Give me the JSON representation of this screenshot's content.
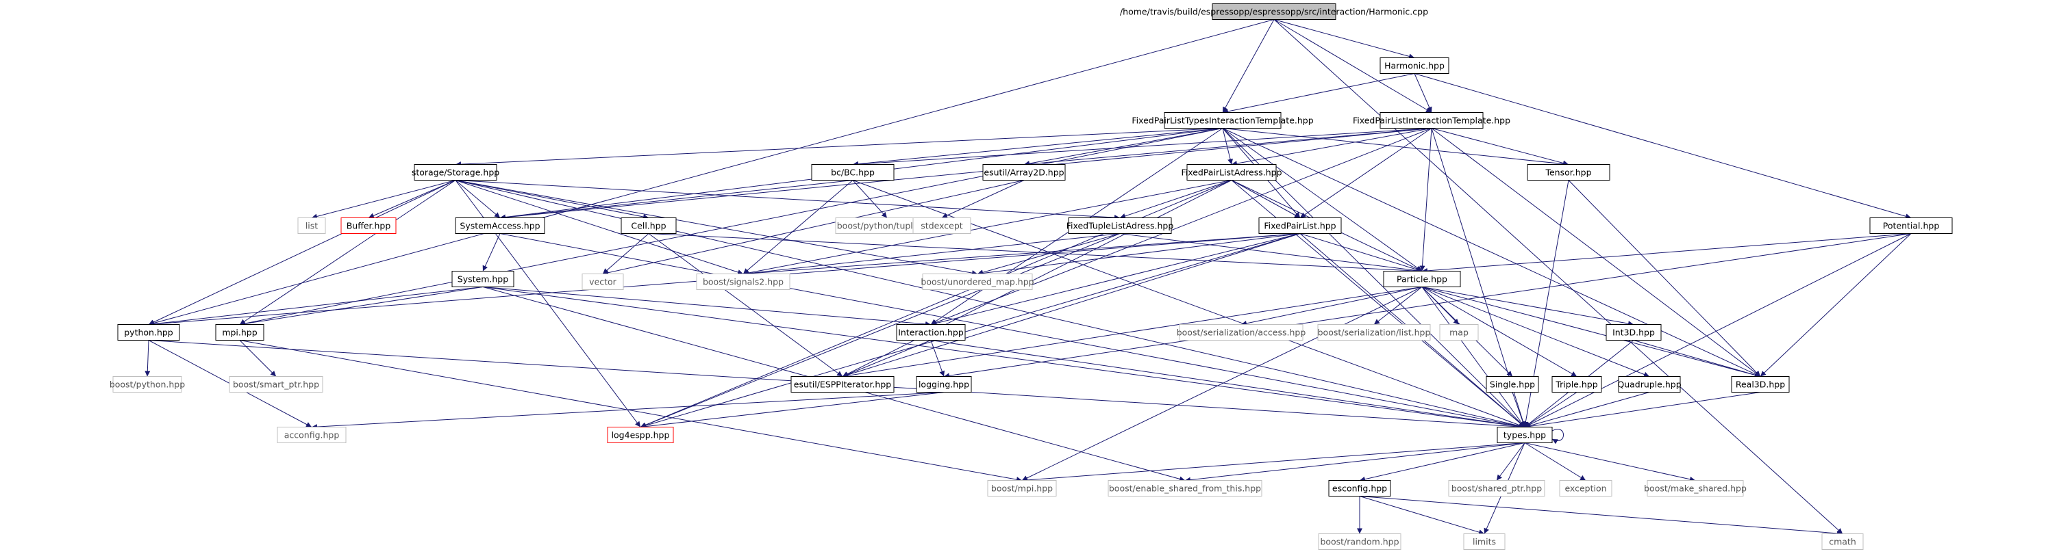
{
  "colors": {
    "background": "#ffffff",
    "edge": "#191970",
    "root_fill": "#bfbfbf",
    "node_fill": "#ffffff",
    "node_border": "#000000",
    "external_border": "#bfbfbf",
    "external_text": "#555555",
    "missing_border": "#ff0000",
    "text": "#000000"
  },
  "nodes": [
    {
      "id": "root",
      "label": "/home/travis/build/espressopp/espressopp/src/interaction/Harmonic.cpp",
      "kind": "root"
    },
    {
      "id": "harmonic",
      "label": "Harmonic.hpp",
      "kind": "internal"
    },
    {
      "id": "fpltit",
      "label": "FixedPairListTypesInteractionTemplate.hpp",
      "kind": "internal"
    },
    {
      "id": "fplit",
      "label": "FixedPairListInteractionTemplate.hpp",
      "kind": "internal"
    },
    {
      "id": "storage",
      "label": "storage/Storage.hpp",
      "kind": "internal"
    },
    {
      "id": "bc",
      "label": "bc/BC.hpp",
      "kind": "internal"
    },
    {
      "id": "array2d",
      "label": "esutil/Array2D.hpp",
      "kind": "internal"
    },
    {
      "id": "fpladress",
      "label": "FixedPairListAdress.hpp",
      "kind": "internal"
    },
    {
      "id": "tensor",
      "label": "Tensor.hpp",
      "kind": "internal"
    },
    {
      "id": "potential",
      "label": "Potential.hpp",
      "kind": "internal"
    },
    {
      "id": "list",
      "label": "list",
      "kind": "external"
    },
    {
      "id": "buffer",
      "label": "Buffer.hpp",
      "kind": "missing"
    },
    {
      "id": "sysaccess",
      "label": "SystemAccess.hpp",
      "kind": "internal"
    },
    {
      "id": "cell",
      "label": "Cell.hpp",
      "kind": "internal"
    },
    {
      "id": "bptuple",
      "label": "boost/python/tuple.hpp",
      "kind": "external"
    },
    {
      "id": "stdexcept",
      "label": "stdexcept",
      "kind": "external"
    },
    {
      "id": "ftladress",
      "label": "FixedTupleListAdress.hpp",
      "kind": "internal"
    },
    {
      "id": "fpl",
      "label": "FixedPairList.hpp",
      "kind": "internal"
    },
    {
      "id": "vector",
      "label": "vector",
      "kind": "external"
    },
    {
      "id": "signals2",
      "label": "boost/signals2.hpp",
      "kind": "external"
    },
    {
      "id": "unordered",
      "label": "boost/unordered_map.hpp",
      "kind": "external"
    },
    {
      "id": "particle",
      "label": "Particle.hpp",
      "kind": "internal"
    },
    {
      "id": "system",
      "label": "System.hpp",
      "kind": "internal"
    },
    {
      "id": "python",
      "label": "python.hpp",
      "kind": "internal"
    },
    {
      "id": "mpi",
      "label": "mpi.hpp",
      "kind": "internal"
    },
    {
      "id": "interaction",
      "label": "Interaction.hpp",
      "kind": "internal"
    },
    {
      "id": "bsa",
      "label": "boost/serialization/access.hpp",
      "kind": "external"
    },
    {
      "id": "bsl",
      "label": "boost/serialization/list.hpp",
      "kind": "external"
    },
    {
      "id": "map",
      "label": "map",
      "kind": "external"
    },
    {
      "id": "int3d",
      "label": "Int3D.hpp",
      "kind": "internal"
    },
    {
      "id": "bpython",
      "label": "boost/python.hpp",
      "kind": "external"
    },
    {
      "id": "bsmart",
      "label": "boost/smart_ptr.hpp",
      "kind": "external"
    },
    {
      "id": "esppiter",
      "label": "esutil/ESPPIterator.hpp",
      "kind": "internal"
    },
    {
      "id": "logging",
      "label": "logging.hpp",
      "kind": "internal"
    },
    {
      "id": "single",
      "label": "Single.hpp",
      "kind": "internal"
    },
    {
      "id": "triple",
      "label": "Triple.hpp",
      "kind": "internal"
    },
    {
      "id": "quadruple",
      "label": "Quadruple.hpp",
      "kind": "internal"
    },
    {
      "id": "real3d",
      "label": "Real3D.hpp",
      "kind": "internal"
    },
    {
      "id": "acconfig",
      "label": "acconfig.hpp",
      "kind": "external"
    },
    {
      "id": "log4espp",
      "label": "log4espp.hpp",
      "kind": "missing"
    },
    {
      "id": "types",
      "label": "types.hpp",
      "kind": "internal"
    },
    {
      "id": "bmpi",
      "label": "boost/mpi.hpp",
      "kind": "external"
    },
    {
      "id": "besft",
      "label": "boost/enable_shared_from_this.hpp",
      "kind": "external"
    },
    {
      "id": "esconfig",
      "label": "esconfig.hpp",
      "kind": "internal"
    },
    {
      "id": "bshared",
      "label": "boost/shared_ptr.hpp",
      "kind": "external"
    },
    {
      "id": "exception",
      "label": "exception",
      "kind": "external"
    },
    {
      "id": "bmakeshared",
      "label": "boost/make_shared.hpp",
      "kind": "external"
    },
    {
      "id": "brandom",
      "label": "boost/random.hpp",
      "kind": "external"
    },
    {
      "id": "limits",
      "label": "limits",
      "kind": "external"
    },
    {
      "id": "cmath",
      "label": "cmath",
      "kind": "external"
    }
  ],
  "edges": [
    [
      "root",
      "harmonic"
    ],
    [
      "root",
      "fpltit"
    ],
    [
      "root",
      "fplit"
    ],
    [
      "root",
      "python"
    ],
    [
      "root",
      "cmath"
    ],
    [
      "harmonic",
      "fpltit"
    ],
    [
      "harmonic",
      "fplit"
    ],
    [
      "harmonic",
      "potential"
    ],
    [
      "fpltit",
      "storage"
    ],
    [
      "fpltit",
      "bc"
    ],
    [
      "fpltit",
      "array2d"
    ],
    [
      "fpltit",
      "fpladress"
    ],
    [
      "fpltit",
      "tensor"
    ],
    [
      "fpltit",
      "sysaccess"
    ],
    [
      "fpltit",
      "mpi"
    ],
    [
      "fpltit",
      "fpl"
    ],
    [
      "fpltit",
      "particle"
    ],
    [
      "fpltit",
      "interaction"
    ],
    [
      "fpltit",
      "real3d"
    ],
    [
      "fpltit",
      "types"
    ],
    [
      "fplit",
      "bc"
    ],
    [
      "fplit",
      "array2d"
    ],
    [
      "fplit",
      "fpladress"
    ],
    [
      "fplit",
      "tensor"
    ],
    [
      "fplit",
      "sysaccess"
    ],
    [
      "fplit",
      "fpl"
    ],
    [
      "fplit",
      "particle"
    ],
    [
      "fplit",
      "interaction"
    ],
    [
      "fplit",
      "real3d"
    ],
    [
      "fplit",
      "types"
    ],
    [
      "storage",
      "list"
    ],
    [
      "storage",
      "buffer"
    ],
    [
      "storage",
      "sysaccess"
    ],
    [
      "storage",
      "cell"
    ],
    [
      "storage",
      "signals2"
    ],
    [
      "storage",
      "unordered"
    ],
    [
      "storage",
      "python"
    ],
    [
      "storage",
      "mpi"
    ],
    [
      "storage",
      "log4espp"
    ],
    [
      "storage",
      "types"
    ],
    [
      "storage",
      "ftladress"
    ],
    [
      "bc",
      "sysaccess"
    ],
    [
      "bc",
      "bptuple"
    ],
    [
      "bc",
      "signals2"
    ],
    [
      "bc",
      "types"
    ],
    [
      "array2d",
      "vector"
    ],
    [
      "array2d",
      "stdexcept"
    ],
    [
      "fpladress",
      "ftladress"
    ],
    [
      "fpladress",
      "fpl"
    ],
    [
      "fpladress",
      "signals2"
    ],
    [
      "fpladress",
      "log4espp"
    ],
    [
      "fpladress",
      "particle"
    ],
    [
      "fpladress",
      "types"
    ],
    [
      "fpladress",
      "esppiter"
    ],
    [
      "tensor",
      "real3d"
    ],
    [
      "tensor",
      "types"
    ],
    [
      "potential",
      "particle"
    ],
    [
      "potential",
      "real3d"
    ],
    [
      "potential",
      "types"
    ],
    [
      "potential",
      "logging"
    ],
    [
      "sysaccess",
      "system"
    ],
    [
      "sysaccess",
      "types"
    ],
    [
      "cell",
      "vector"
    ],
    [
      "cell",
      "particle"
    ],
    [
      "cell",
      "esppiter"
    ],
    [
      "ftladress",
      "signals2"
    ],
    [
      "ftladress",
      "unordered"
    ],
    [
      "ftladress",
      "particle"
    ],
    [
      "ftladress",
      "log4espp"
    ],
    [
      "fpl",
      "signals2"
    ],
    [
      "fpl",
      "unordered"
    ],
    [
      "fpl",
      "particle"
    ],
    [
      "fpl",
      "python"
    ],
    [
      "fpl",
      "log4espp"
    ],
    [
      "fpl",
      "esppiter"
    ],
    [
      "fpl",
      "types"
    ],
    [
      "fpl",
      "interaction"
    ],
    [
      "particle",
      "bsa"
    ],
    [
      "particle",
      "bsl"
    ],
    [
      "particle",
      "map"
    ],
    [
      "particle",
      "int3d"
    ],
    [
      "particle",
      "single"
    ],
    [
      "particle",
      "triple"
    ],
    [
      "particle",
      "quadruple"
    ],
    [
      "particle",
      "real3d"
    ],
    [
      "particle",
      "types"
    ],
    [
      "particle",
      "bmpi"
    ],
    [
      "particle",
      "esppiter"
    ],
    [
      "system",
      "python"
    ],
    [
      "system",
      "mpi"
    ],
    [
      "system",
      "interaction"
    ],
    [
      "system",
      "types"
    ],
    [
      "system",
      "besft"
    ],
    [
      "python",
      "bpython"
    ],
    [
      "python",
      "acconfig"
    ],
    [
      "python",
      "types"
    ],
    [
      "mpi",
      "bsmart"
    ],
    [
      "mpi",
      "bmpi"
    ],
    [
      "interaction",
      "esppiter"
    ],
    [
      "interaction",
      "logging"
    ],
    [
      "interaction",
      "types"
    ],
    [
      "int3d",
      "real3d"
    ],
    [
      "int3d",
      "types"
    ],
    [
      "logging",
      "acconfig"
    ],
    [
      "logging",
      "log4espp"
    ],
    [
      "single",
      "types"
    ],
    [
      "triple",
      "types"
    ],
    [
      "quadruple",
      "types"
    ],
    [
      "real3d",
      "types"
    ],
    [
      "types",
      "bmpi"
    ],
    [
      "types",
      "besft"
    ],
    [
      "types",
      "esconfig"
    ],
    [
      "types",
      "bshared"
    ],
    [
      "types",
      "exception"
    ],
    [
      "types",
      "bmakeshared"
    ],
    [
      "types",
      "limits"
    ],
    [
      "types",
      "types"
    ],
    [
      "esconfig",
      "brandom"
    ],
    [
      "esconfig",
      "limits"
    ],
    [
      "esconfig",
      "cmath"
    ]
  ]
}
